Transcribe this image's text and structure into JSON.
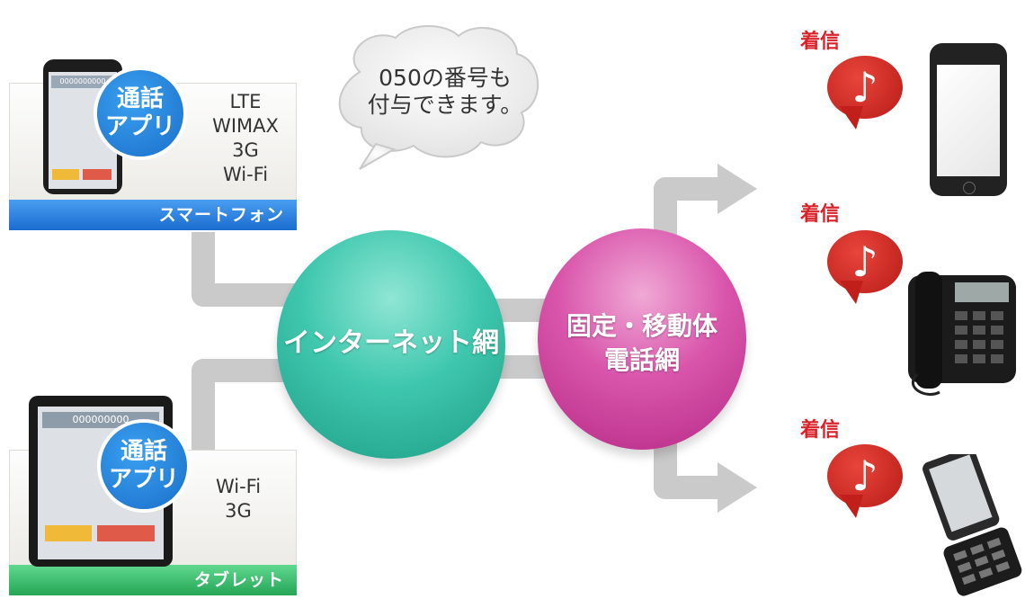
{
  "cloud": {
    "line1": "050の番号も",
    "line2": "付与できます。"
  },
  "smartphone": {
    "app_line1": "通話",
    "app_line2": "アプリ",
    "networks": [
      "LTE",
      "WIMAX",
      "3G",
      "Wi-Fi"
    ],
    "label": "スマートフォン",
    "screen_number": "0000000000"
  },
  "tablet": {
    "app_line1": "通話",
    "app_line2": "アプリ",
    "networks": [
      "Wi-Fi",
      "3G"
    ],
    "label": "タブレット",
    "screen_number": "000000000"
  },
  "internet": {
    "label": "インターネット網"
  },
  "phone_network": {
    "line1": "固定・移動体",
    "line2": "電話網"
  },
  "incoming": [
    {
      "label": "着信",
      "icon": "music-note"
    },
    {
      "label": "着信",
      "icon": "music-note"
    },
    {
      "label": "着信",
      "icon": "music-note"
    }
  ],
  "colors": {
    "internet_circle": "#36c2a8",
    "phone_circle": "#d548a8",
    "smartphone_bar": "#1f7fd6",
    "tablet_bar": "#35b86a",
    "incoming_red": "#d8232a",
    "connector_gray": "#c8c8c8"
  }
}
